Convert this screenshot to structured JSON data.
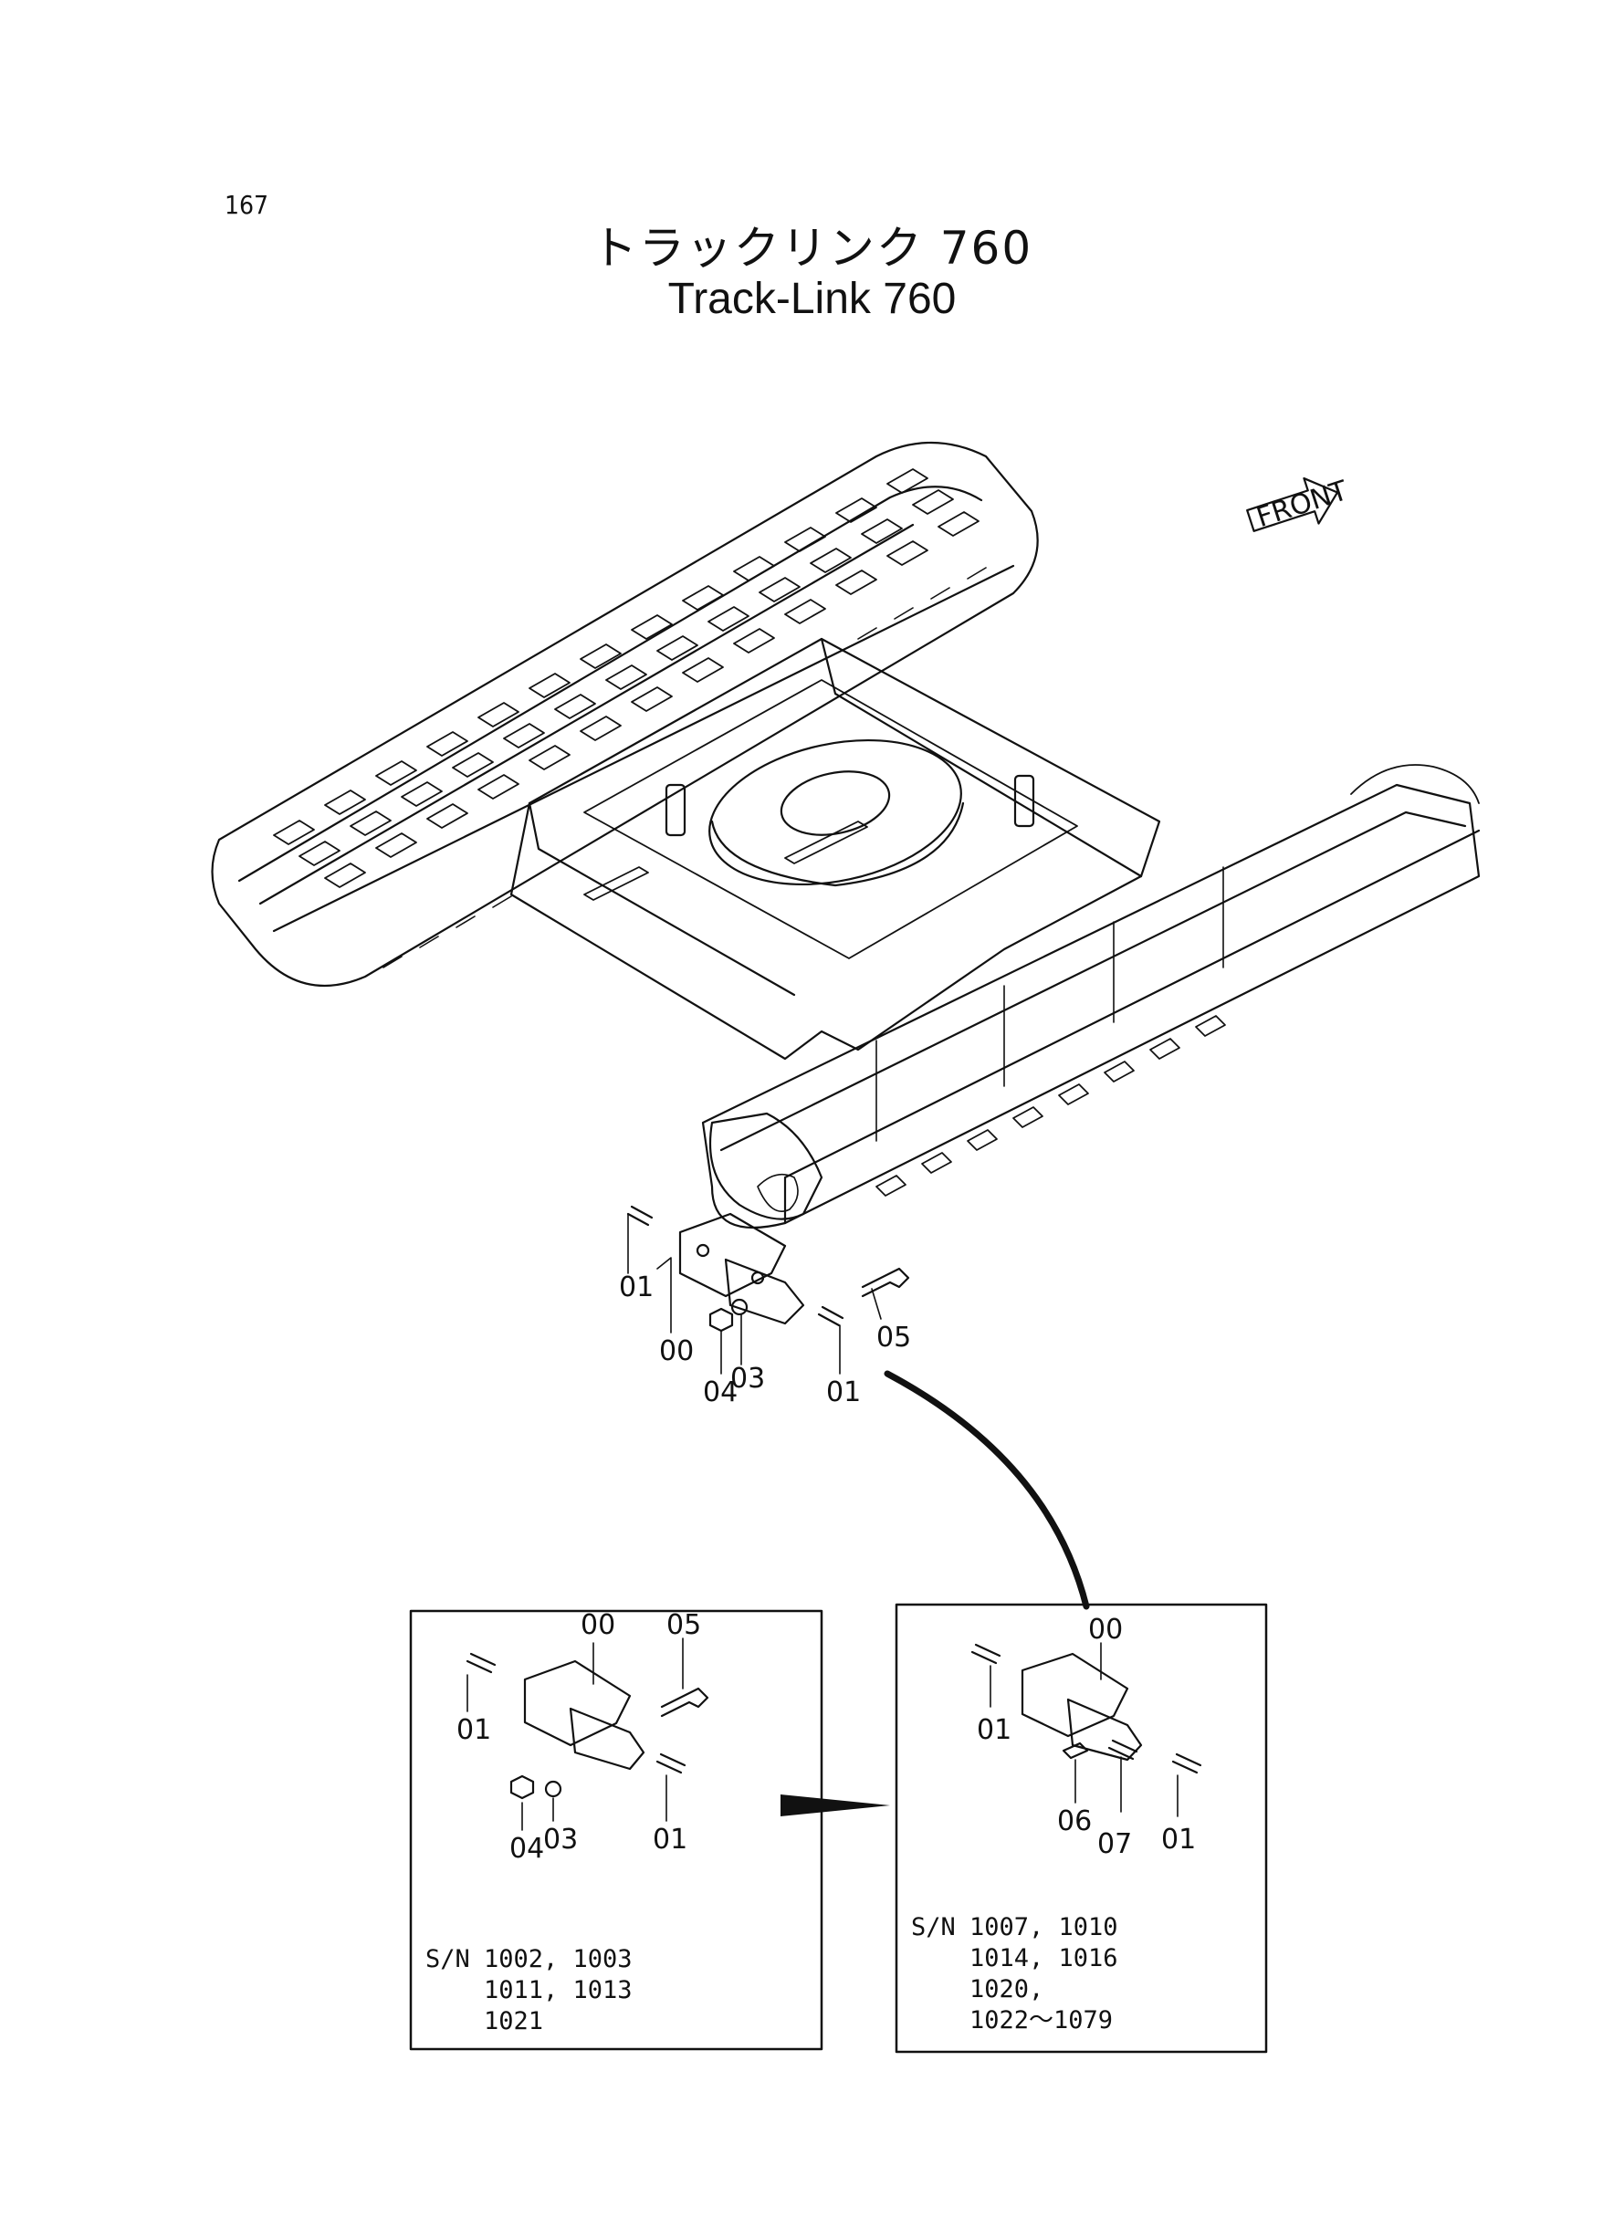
{
  "page_number": "167",
  "title": {
    "japanese": "トラックリンク 760",
    "english": "Track-Link 760"
  },
  "front_badge": "FRONT",
  "callouts": {
    "main": [
      "01",
      "00",
      "04",
      "03",
      "05",
      "01"
    ],
    "left_box": [
      "00",
      "05",
      "01",
      "04",
      "03",
      "01"
    ],
    "right_box": [
      "00",
      "01",
      "06",
      "07",
      "01"
    ]
  },
  "serial_groups": {
    "left": {
      "prefix": "S/N",
      "lines": [
        "1002, 1003",
        "1011, 1013",
        "1021"
      ]
    },
    "right": {
      "prefix": "S/N",
      "lines": [
        "1007, 1010",
        "1014, 1016",
        "1020,",
        "1022～1079"
      ]
    }
  },
  "colors": {
    "ink": "#111111",
    "paper": "#ffffff"
  }
}
